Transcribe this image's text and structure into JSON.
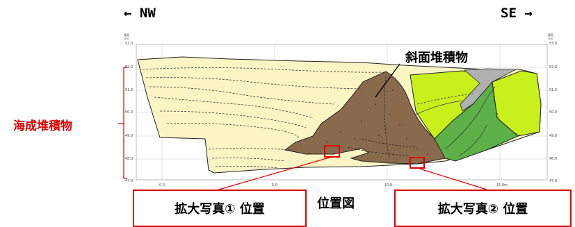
{
  "direction": {
    "left": "← NW",
    "right": "SE →"
  },
  "axis": {
    "title_left": "標高\n(m)",
    "title_right": "標高\n(m)",
    "elevation_ticks": [
      "53.0",
      "52.0",
      "51.0",
      "50.0",
      "49.0",
      "48.0",
      "47.0"
    ],
    "distance_ticks": [
      "0.0",
      "5.0",
      "10.0",
      "15.0m"
    ]
  },
  "labels": {
    "slope_deposit": "斜面堆積物",
    "marine_deposit": "海成堆積物",
    "location_map": "位置図",
    "photo1": "拡大写真① 位置",
    "photo2": "拡大写真② 位置"
  },
  "colors": {
    "marine": "#fbf5c6",
    "slope": "#8a6a4d",
    "lime": "#c8f01c",
    "green": "#5db048",
    "gray": "#b0b0b0",
    "accent_red": "#e00000"
  }
}
